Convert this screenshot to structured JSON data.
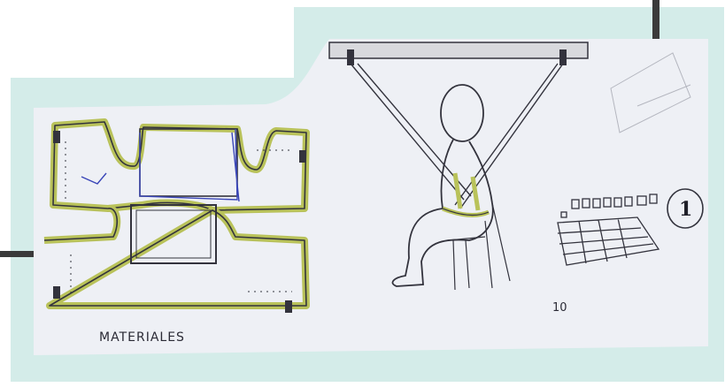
{
  "sketch": {
    "caption": "MATERIALES",
    "sheet_number": "1",
    "dimension_label": "10"
  },
  "colors": {
    "frame_background": "#d4ece9",
    "paper": "#eef0f5",
    "pencil": "#33333d",
    "seam_highlight": "#b9c25a",
    "blue_ink": "#3a46b8",
    "connector_line": "#3a3a3a"
  }
}
